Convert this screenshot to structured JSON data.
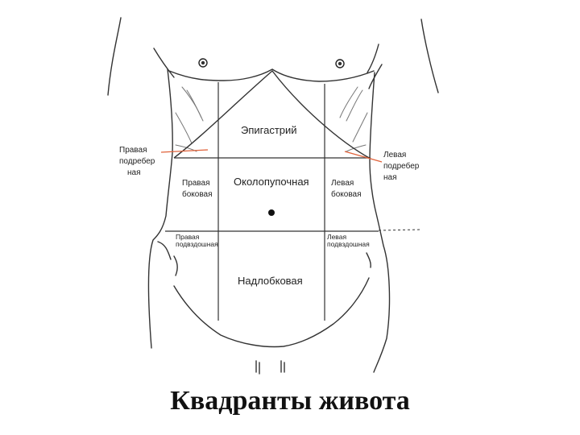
{
  "title": "Квадранты живота",
  "regions": {
    "epigastric": "Эпигастрий",
    "umbilical": "Околопупочная",
    "suprapubic": "Надлобковая",
    "right_hypochondriac": [
      "Правая",
      "подребер",
      "ная"
    ],
    "left_hypochondriac": [
      "Левая",
      "подребер",
      "ная"
    ],
    "right_lateral": [
      "Правая",
      "боковая"
    ],
    "left_lateral": [
      "Левая",
      "боковая"
    ],
    "right_iliac": [
      "Правая",
      "подвздошная"
    ],
    "left_iliac": [
      "Левая",
      "подвздошная"
    ]
  },
  "colors": {
    "outline": "#333333",
    "pointer": "#e0623a",
    "text": "#222222"
  }
}
